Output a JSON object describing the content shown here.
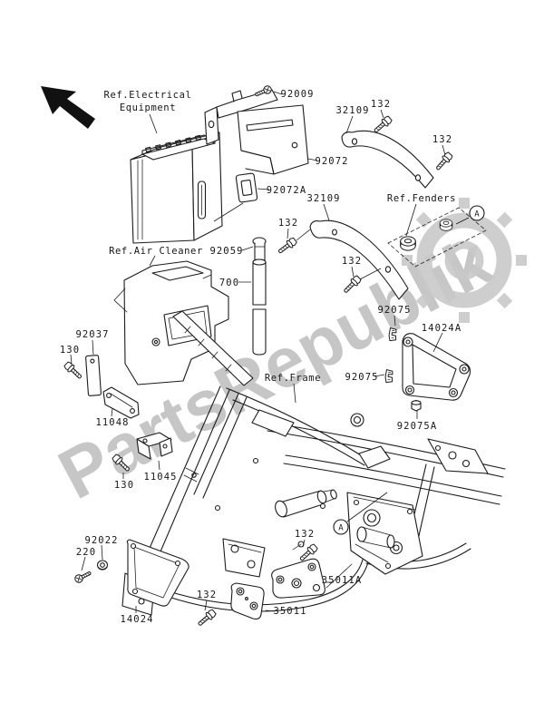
{
  "diagram": {
    "type": "motorcycle-parts-diagram",
    "watermark": {
      "text": "PartsRepublik",
      "color": "#c6c6c6"
    },
    "colors": {
      "background": "#ffffff",
      "line": "#1b1b1b",
      "label": "#161616"
    },
    "callouts": {
      "a": "A"
    },
    "ref_labels": {
      "electrical_line1": "Ref.Electrical",
      "electrical_line2": "Equipment",
      "air_cleaner": "Ref.Air Cleaner",
      "fenders": "Ref.Fenders",
      "frame": "Ref.Frame"
    },
    "part_numbers": {
      "screw_92009": "92009",
      "bracket_92072": "92072",
      "damper_92072a": "92072A",
      "stay_32109": "32109",
      "bolt_132": "132",
      "fitting_92059": "92059",
      "tube_700": "700",
      "damper_92037": "92037",
      "bolt_130": "130",
      "bracket_11048": "11048",
      "bracket_11045": "11045",
      "clip_92075": "92075",
      "cover_14024a": "14024A",
      "nut_92075a": "92075A",
      "washer_92022": "92022",
      "screw_220": "220",
      "cover_14024": "14024",
      "bracket_35011a": "35011A",
      "bracket_35011": "35011"
    }
  }
}
